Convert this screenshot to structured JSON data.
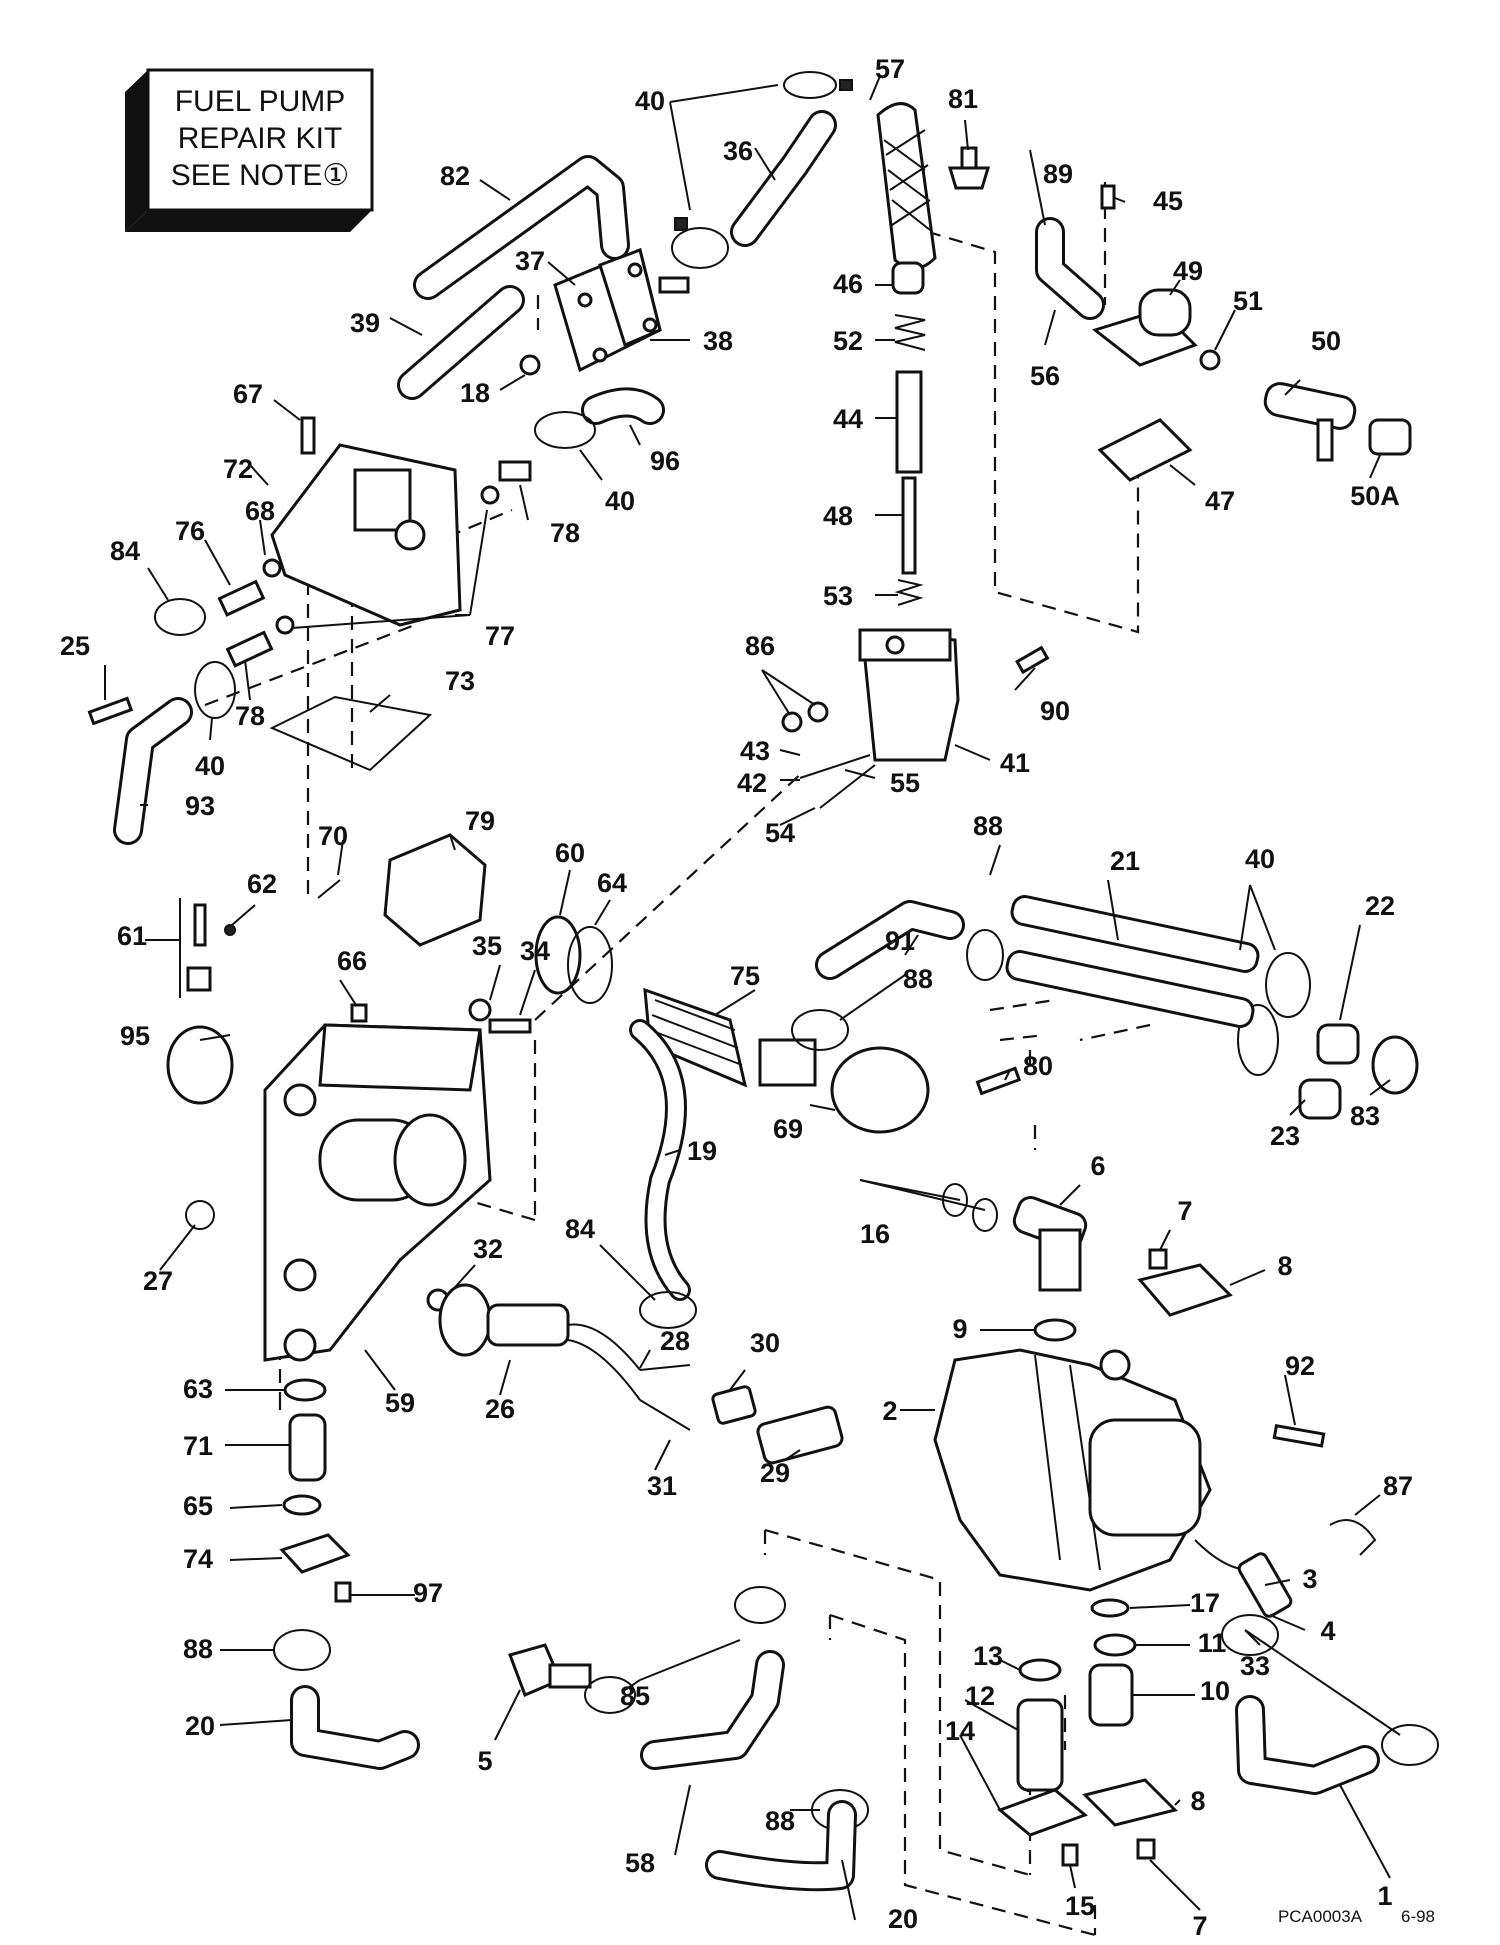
{
  "kit_note": {
    "line1": "FUEL PUMP",
    "line2": "REPAIR KIT",
    "line3": "SEE NOTE①"
  },
  "footer": {
    "drawing_id": "PCA0003A",
    "date": "6-98"
  },
  "callouts": {
    "c1": "1",
    "c2": "2",
    "c3": "3",
    "c4": "4",
    "c5": "5",
    "c6": "6",
    "c7a": "7",
    "c7b": "7",
    "c8a": "8",
    "c8b": "8",
    "c9": "9",
    "c10": "10",
    "c11": "11",
    "c12": "12",
    "c13": "13",
    "c14": "14",
    "c15": "15",
    "c16": "16",
    "c17": "17",
    "c18": "18",
    "c19": "19",
    "c20a": "20",
    "c20b": "20",
    "c21": "21",
    "c22": "22",
    "c23": "23",
    "c25": "25",
    "c26": "26",
    "c27": "27",
    "c28": "28",
    "c29": "29",
    "c30": "30",
    "c31": "31",
    "c32": "32",
    "c33": "33",
    "c34": "34",
    "c35": "35",
    "c36": "36",
    "c37": "37",
    "c38": "38",
    "c39": "39",
    "c40a": "40",
    "c40b": "40",
    "c40c": "40",
    "c40d": "40",
    "c41": "41",
    "c42": "42",
    "c43": "43",
    "c44": "44",
    "c45": "45",
    "c46": "46",
    "c47": "47",
    "c48": "48",
    "c49": "49",
    "c50": "50",
    "c50a": "50A",
    "c51": "51",
    "c52": "52",
    "c53": "53",
    "c54": "54",
    "c55": "55",
    "c56": "56",
    "c57": "57",
    "c58": "58",
    "c59": "59",
    "c60": "60",
    "c61": "61",
    "c62": "62",
    "c63": "63",
    "c64": "64",
    "c65": "65",
    "c66": "66",
    "c67": "67",
    "c68": "68",
    "c69": "69",
    "c70": "70",
    "c71": "71",
    "c72": "72",
    "c73": "73",
    "c74": "74",
    "c75": "75",
    "c76": "76",
    "c77": "77",
    "c78a": "78",
    "c78b": "78",
    "c79": "79",
    "c80": "80",
    "c81": "81",
    "c82": "82",
    "c83": "83",
    "c84a": "84",
    "c84b": "84",
    "c85": "85",
    "c86": "86",
    "c87": "87",
    "c88a": "88",
    "c88b": "88",
    "c88c": "88",
    "c88d": "88",
    "c89": "89",
    "c90": "90",
    "c91": "91",
    "c92": "92",
    "c93": "93",
    "c95": "95",
    "c96": "96",
    "c97": "97"
  }
}
